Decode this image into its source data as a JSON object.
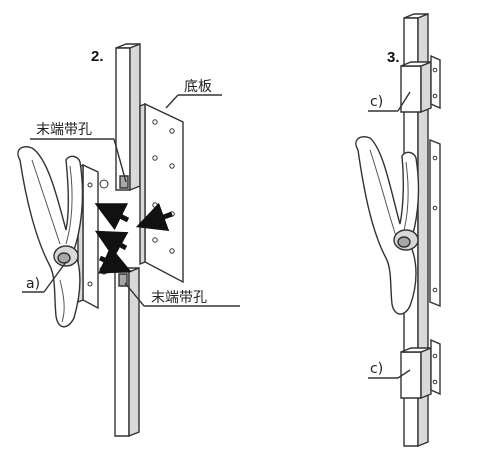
{
  "labels": {
    "step2": "2.",
    "step3": "3.",
    "base_plate": "底板",
    "end_hole_top": "末端带孔",
    "end_hole_bottom": "末端带孔",
    "part_a": "a)",
    "part_c_top": "c)",
    "part_c_bottom": "c)"
  }
}
